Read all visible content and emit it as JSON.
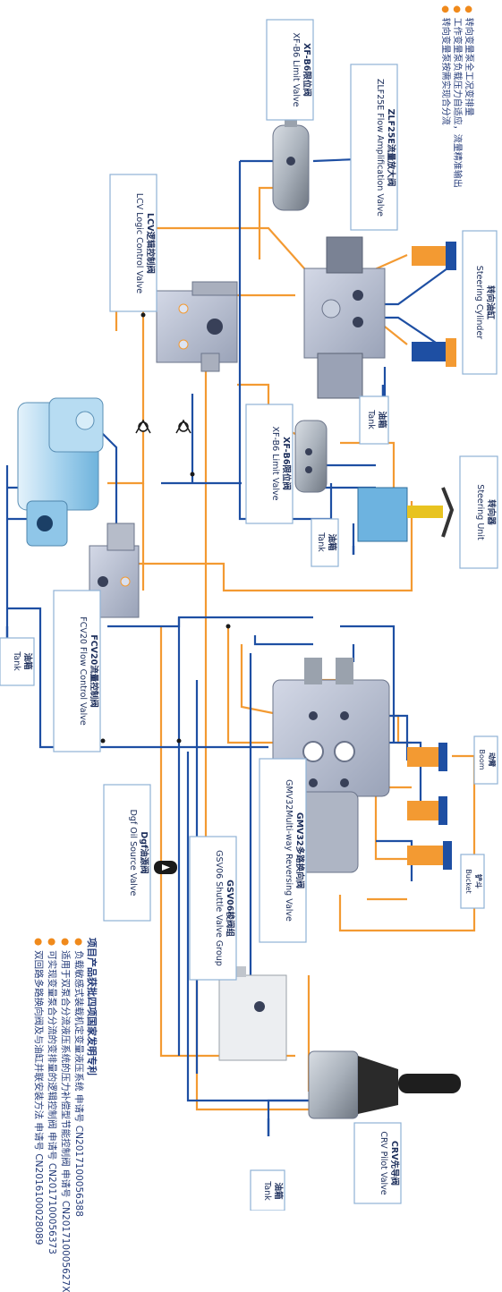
{
  "top_notes": [
    "转向变量泵全工况变排量",
    "工作变量泵负载压力自适应，流量精准输出",
    "转向变量泵按需实现合分流"
  ],
  "components": {
    "xf_b6_top": {
      "cn": "XF-B6限位阀",
      "en": "XF-B6 Limit Valve"
    },
    "zlf25e": {
      "cn": "ZLF25E流量放大阀",
      "en": "ZLF25E Flow Amplification Valve"
    },
    "steering_cylinder": {
      "cn": "转向油缸",
      "en": "Steering Cylinder"
    },
    "lcv": {
      "cn": "LCV逻辑控制阀",
      "en": "LCV Logic Control Valve"
    },
    "tank_zlf": {
      "cn": "油箱",
      "en": "Tank"
    },
    "xf_b6_mid": {
      "cn": "XF-B6限位阀",
      "en": "XF-B6 Limit Valve"
    },
    "steering_unit": {
      "cn": "转向器",
      "en": "Steering Unit"
    },
    "tank_su": {
      "cn": "油箱",
      "en": "Tank"
    },
    "fcv20": {
      "cn": "FCV20流量控制阀",
      "en": "FCV20 Flow Control Valve"
    },
    "tank_left": {
      "cn": "油箱",
      "en": "Tank"
    },
    "boom": {
      "cn": "动臂",
      "en": "Boom"
    },
    "gmv32": {
      "cn": "GMV32多路换向阀",
      "en": "GMV32Multi-way Reversing Valve"
    },
    "bucket": {
      "cn": "铲斗",
      "en": "Bucket"
    },
    "dgf": {
      "cn": "Dgf油源阀",
      "en": "Dgf Oil Source Valve"
    },
    "gsv06": {
      "cn": "GSV06梭阀组",
      "en": "GSV06 Shuttle Valve Group"
    },
    "crv": {
      "cn": "CRV先导阀",
      "en": "CRV Pilot Valve"
    },
    "tank_crv": {
      "cn": "油箱",
      "en": "Tank"
    }
  },
  "patents": {
    "title": "项目产品获批四项国家发明专利",
    "items": [
      "负载敏感式装载机定变量液压系统    申请号 CN201710005638​8",
      "适用于双泵合分流液压系统的压力补偿型节能控制阀    申请号 CN201710005627X",
      "可实现变量泵合分流的变排量的逻辑控制阀    申请号 CN2017100056373",
      "双回路多路换向阀及与油缸并联安装方法    申请号 CN2016100028089"
    ]
  },
  "colors": {
    "orange": "#f39a32",
    "blue": "#1e4fa3",
    "navy": "#233a78",
    "box_border": "#8fb2d6",
    "bullet": "#f08a1c"
  }
}
